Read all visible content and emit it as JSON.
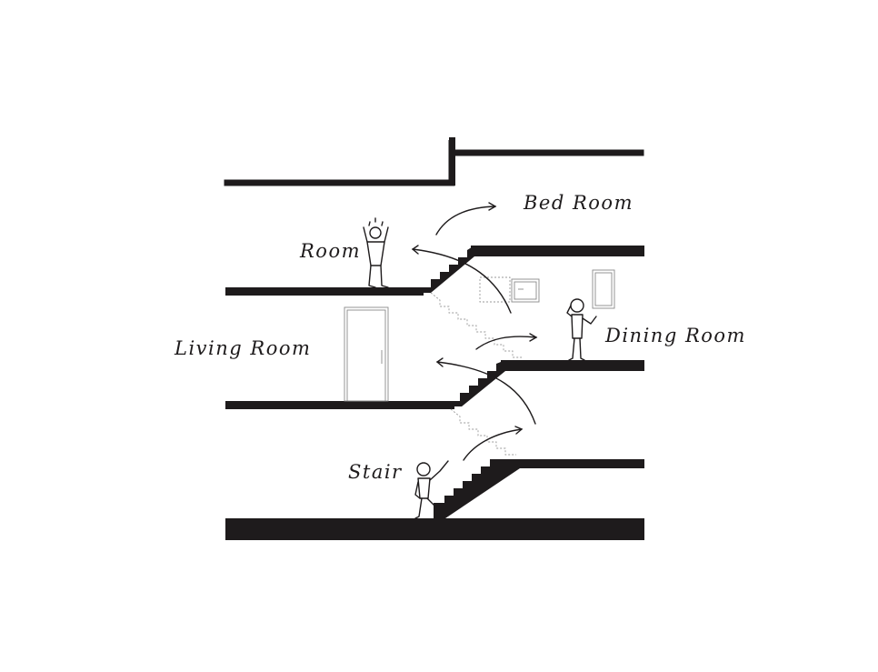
{
  "labels": {
    "bed_room": "Bed Room",
    "room": "Room",
    "living_room": "Living Room",
    "dining_room": "Dining Room",
    "stair": "Stair"
  },
  "colors": {
    "ink": "#1e1b1c",
    "ghost_line": "#9a9a9a",
    "background": "#ffffff"
  }
}
